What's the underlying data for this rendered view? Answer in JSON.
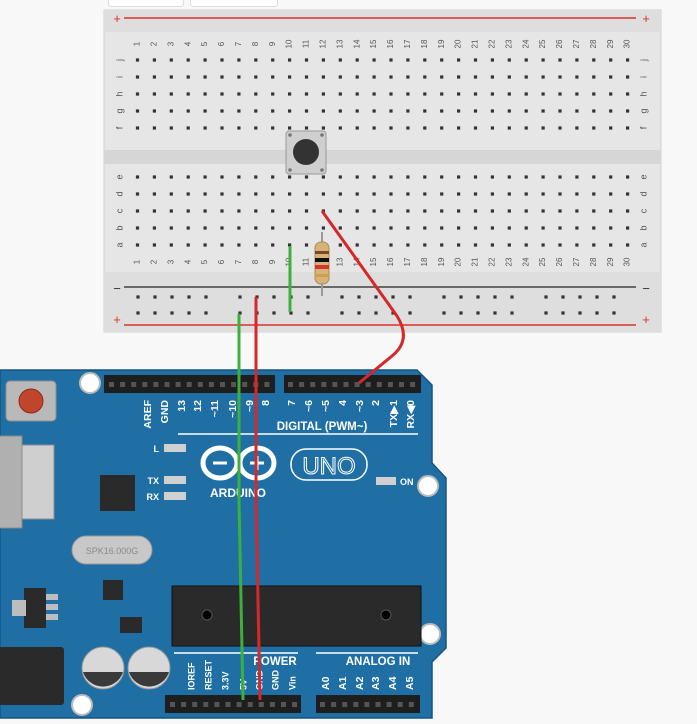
{
  "breadboard": {
    "column_numbers": [
      "1",
      "2",
      "3",
      "4",
      "5",
      "6",
      "7",
      "8",
      "9",
      "10",
      "11",
      "12",
      "13",
      "14",
      "15",
      "16",
      "17",
      "18",
      "19",
      "20",
      "21",
      "22",
      "23",
      "24",
      "25",
      "26",
      "27",
      "28",
      "29",
      "30"
    ],
    "rows_top": [
      "j",
      "i",
      "h",
      "g",
      "f"
    ],
    "rows_bottom": [
      "e",
      "d",
      "c",
      "b",
      "a"
    ],
    "rail_plus": "+",
    "rail_minus": "−"
  },
  "arduino": {
    "digital_pins": [
      "AREF",
      "GND",
      "13",
      "12",
      "~11",
      "~10",
      "~9",
      "8",
      "7",
      "~6",
      "~5",
      "4",
      "~3",
      "2",
      "TX▶1",
      "RX◀0"
    ],
    "digital_label": "DIGITAL (PWM~)",
    "brand": "ARDUINO",
    "model": "UNO",
    "led_labels": [
      "L",
      "TX",
      "RX"
    ],
    "on_label": "ON",
    "crystal_label": "SPK16.000G",
    "power_label": "POWER",
    "power_pins": [
      "IOREF",
      "RESET",
      "3.3V",
      "5V",
      "GND",
      "GND",
      "Vin"
    ],
    "analog_label": "ANALOG IN",
    "analog_pins": [
      "A0",
      "A1",
      "A2",
      "A3",
      "A4",
      "A5"
    ]
  },
  "colors": {
    "board_blue": "#1f6fa5",
    "header_black": "#1e1e1e",
    "rail_red": "#d9342b",
    "wire_green": "#3cb03c",
    "wire_red": "#d4282a",
    "breadboard_bg": "#e6e6e6"
  }
}
